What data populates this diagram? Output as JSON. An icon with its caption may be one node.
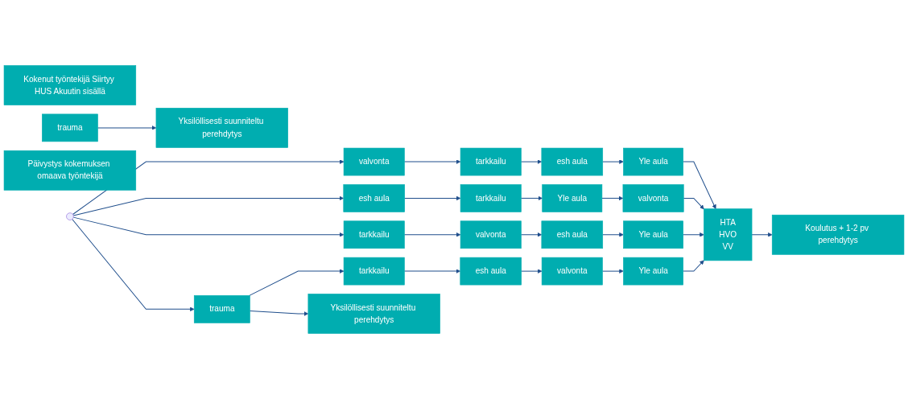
{
  "diagram": {
    "nodes": [
      {
        "text": [
          "Koulutus + 1-2 pv perehdytys"
        ]
      },
      {
        "text": [
          "Kokenut työntekijä Siirtyy HUS Akuutin sisällä"
        ]
      },
      {
        "text": [
          "valvonta"
        ]
      },
      {
        "text": [
          "tarkkailu"
        ]
      },
      {
        "text": [
          "esh aula"
        ]
      },
      {
        "text": [
          "Yle aula"
        ]
      },
      {
        "text": [
          "esh aula"
        ]
      },
      {
        "text": [
          "tarkkailu"
        ]
      },
      {
        "text": [
          "Yle aula"
        ]
      },
      {
        "text": [
          "valvonta"
        ]
      },
      {
        "text": [
          "HTA",
          "HVO",
          "VV"
        ]
      },
      {
        "text": [
          "trauma"
        ]
      },
      {
        "text": [
          "Yksilöllisesti suunniteltu perehdytys"
        ]
      },
      {
        "text": [
          "Päivystys kokemuksen omaava työntekijä"
        ]
      },
      {
        "text": [
          "tarkkailu"
        ]
      },
      {
        "text": [
          "valvonta"
        ]
      },
      {
        "text": [
          "esh aula"
        ]
      },
      {
        "text": [
          "Yle aula"
        ]
      },
      {
        "text": [
          "trauma"
        ]
      },
      {
        "text": [
          "tarkkailu"
        ]
      },
      {
        "text": [
          "esh aula"
        ]
      },
      {
        "text": [
          "valvonta"
        ]
      },
      {
        "text": [
          "Yle aula"
        ]
      },
      {
        "text": [
          "Yksilöllisesti suunniteltu perehdytys"
        ]
      }
    ],
    "edges": [
      {
        "from": null,
        "to": 2,
        "arrow": "to"
      },
      {
        "from": null,
        "to": 6,
        "arrow": "to"
      },
      {
        "from": null,
        "to": 14,
        "arrow": "to"
      },
      {
        "from": null,
        "to": 18,
        "arrow": "to"
      },
      {
        "from": 2,
        "to": 3,
        "arrow": "to"
      },
      {
        "from": 3,
        "to": 4,
        "arrow": "to"
      },
      {
        "from": 4,
        "to": 5,
        "arrow": "to"
      },
      {
        "from": 5,
        "to": 10,
        "arrow": "to"
      },
      {
        "from": 6,
        "to": 7,
        "arrow": "to"
      },
      {
        "from": 7,
        "to": 8,
        "arrow": "to"
      },
      {
        "from": 8,
        "to": 9,
        "arrow": "to"
      },
      {
        "from": 9,
        "to": 10,
        "arrow": "to"
      },
      {
        "from": 14,
        "to": 15,
        "arrow": "to"
      },
      {
        "from": 15,
        "to": 16,
        "arrow": "to"
      },
      {
        "from": 16,
        "to": 17,
        "arrow": "to"
      },
      {
        "from": 17,
        "to": 10,
        "arrow": "to"
      },
      {
        "from": 18,
        "to": 19,
        "arrow": "to"
      },
      {
        "from": 19,
        "to": 20,
        "arrow": "to"
      },
      {
        "from": 20,
        "to": 21,
        "arrow": "to"
      },
      {
        "from": 21,
        "to": 22,
        "arrow": "to"
      },
      {
        "from": 22,
        "to": 10,
        "arrow": "to"
      },
      {
        "from": 10,
        "to": 0,
        "arrow": "to"
      },
      {
        "from": 18,
        "to": 23,
        "arrow": "to"
      },
      {
        "from": 11,
        "to": 12,
        "arrow": "to"
      }
    ]
  }
}
